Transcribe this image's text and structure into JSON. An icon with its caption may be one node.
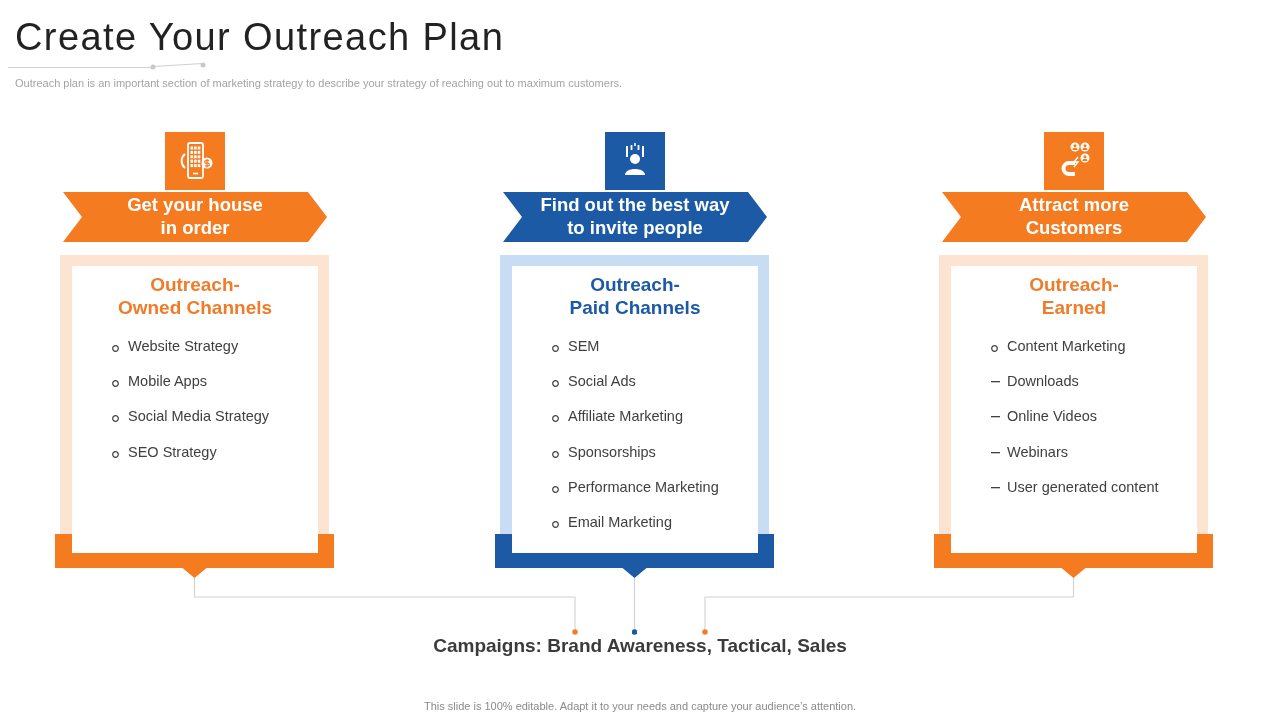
{
  "diagram": {
    "title": "Create Your Outreach Plan",
    "caption": "This slide is 100% editable. Adapt it to your needs and capture your audience’s attention.",
    "nodes": [
      {
        "text": [
          "Get your house in order"
        ]
      },
      {
        "text": [
          "Outreach- Owned Channels",
          "Website Strategy",
          "Mobile Apps",
          "Social Media Strategy",
          "SEO Strategy"
        ]
      },
      {
        "text": [
          "Find out the best way to invite people"
        ]
      },
      {
        "text": [
          "Outreach- Paid Channels",
          "SEM",
          "Social Ads",
          "Affiliate Marketing",
          "Sponsorships",
          "Performance Marketing",
          "Email Marketing"
        ]
      },
      {
        "text": [
          "Attract more Customers"
        ]
      },
      {
        "text": [
          "Outreach- Earned",
          "Content Marketing",
          "Downloads",
          "Online Videos",
          "Webinars",
          "User generated content"
        ]
      },
      {
        "text": [
          "Campaigns: Brand Awareness, Tactical, Sales"
        ]
      }
    ],
    "edges": [
      {
        "from": 1,
        "to": 6,
        "arrow": "other"
      },
      {
        "from": 3,
        "to": 6,
        "arrow": "other"
      },
      {
        "from": 5,
        "to": 6,
        "arrow": "other"
      }
    ],
    "labels": [
      "Outreach plan is an important section of marketing strategy to describe your strategy of reaching out to maximum customers."
    ]
  }
}
